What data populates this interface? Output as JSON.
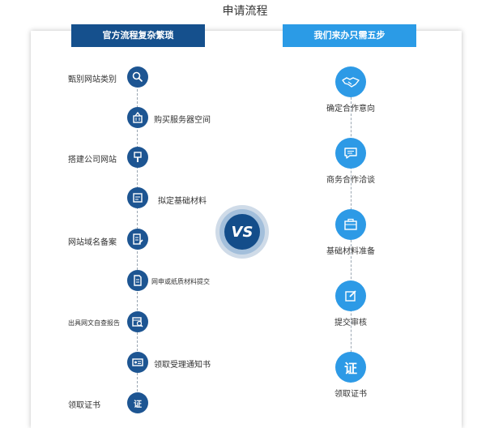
{
  "page": {
    "title": "申请流程"
  },
  "left": {
    "header": "官方流程复杂繁琐",
    "steps": [
      {
        "label": "甄别网站类别",
        "icon": "search-icon"
      },
      {
        "label": "购买服务器空间",
        "icon": "basket-icon"
      },
      {
        "label": "搭建公司网站",
        "icon": "brush-icon"
      },
      {
        "label": "拟定基础材料",
        "icon": "document-icon"
      },
      {
        "label": "网站域名备案",
        "icon": "edit-document-icon"
      },
      {
        "label": "网申或纸质材料提交",
        "icon": "file-icon"
      },
      {
        "label": "出具网文自查报告",
        "icon": "calendar-search-icon"
      },
      {
        "label": "领取受理通知书",
        "icon": "notice-card-icon"
      },
      {
        "label": "领取证书",
        "icon": "certificate-icon",
        "glyph": "证"
      }
    ]
  },
  "vs": {
    "label": "VS"
  },
  "right": {
    "header": "我们来办只需五步",
    "steps": [
      {
        "label": "确定合作意向",
        "icon": "handshake-icon"
      },
      {
        "label": "商务合作洽谈",
        "icon": "chat-bubble-icon"
      },
      {
        "label": "基础材料准备",
        "icon": "briefcase-icon"
      },
      {
        "label": "提交审核",
        "icon": "pen-edit-icon"
      },
      {
        "label": "领取证书",
        "icon": "certificate-icon",
        "glyph": "证"
      }
    ]
  }
}
